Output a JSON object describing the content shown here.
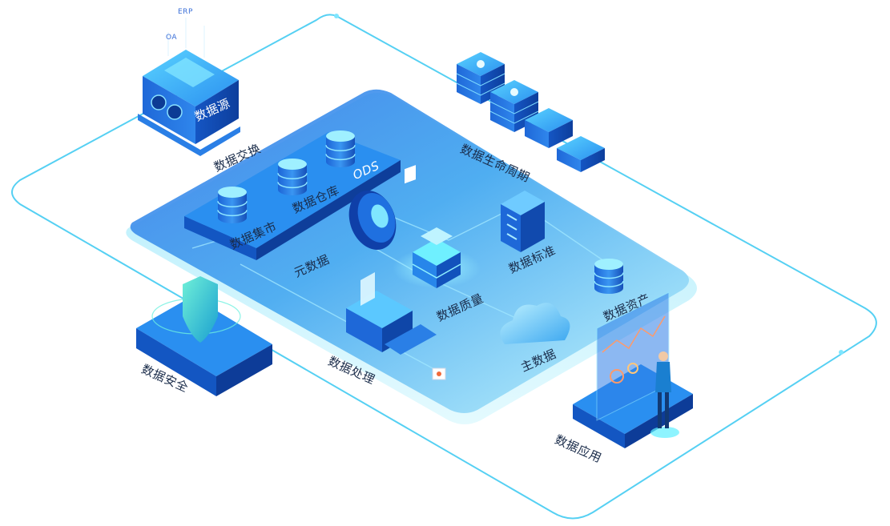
{
  "labels": {
    "data_source": "数据源",
    "data_exchange": "数据交换",
    "erp": "ERP",
    "oa": "OA",
    "data_lifecycle": "数据生命周期",
    "data_mart": "数据集市",
    "data_warehouse": "数据仓库",
    "ods": "ODS",
    "metadata": "元数据",
    "data_standard": "数据标准",
    "data_quality": "数据质量",
    "data_assets": "数据资产",
    "data_processing": "数据处理",
    "master_data": "主数据",
    "data_security": "数据安全",
    "data_application": "数据应用"
  },
  "colors": {
    "primary": "#1e6de0",
    "deep": "#0f3fa8",
    "cyan": "#27d6f5",
    "line": "#4fd3f4",
    "platform_light": "#b6f0fb",
    "platform_dark": "#1c5fd6"
  },
  "icons": [
    "server-box-icon",
    "database-icon",
    "cloud-icon",
    "shield-icon",
    "document-icon",
    "chart-screen-icon",
    "person-icon"
  ]
}
